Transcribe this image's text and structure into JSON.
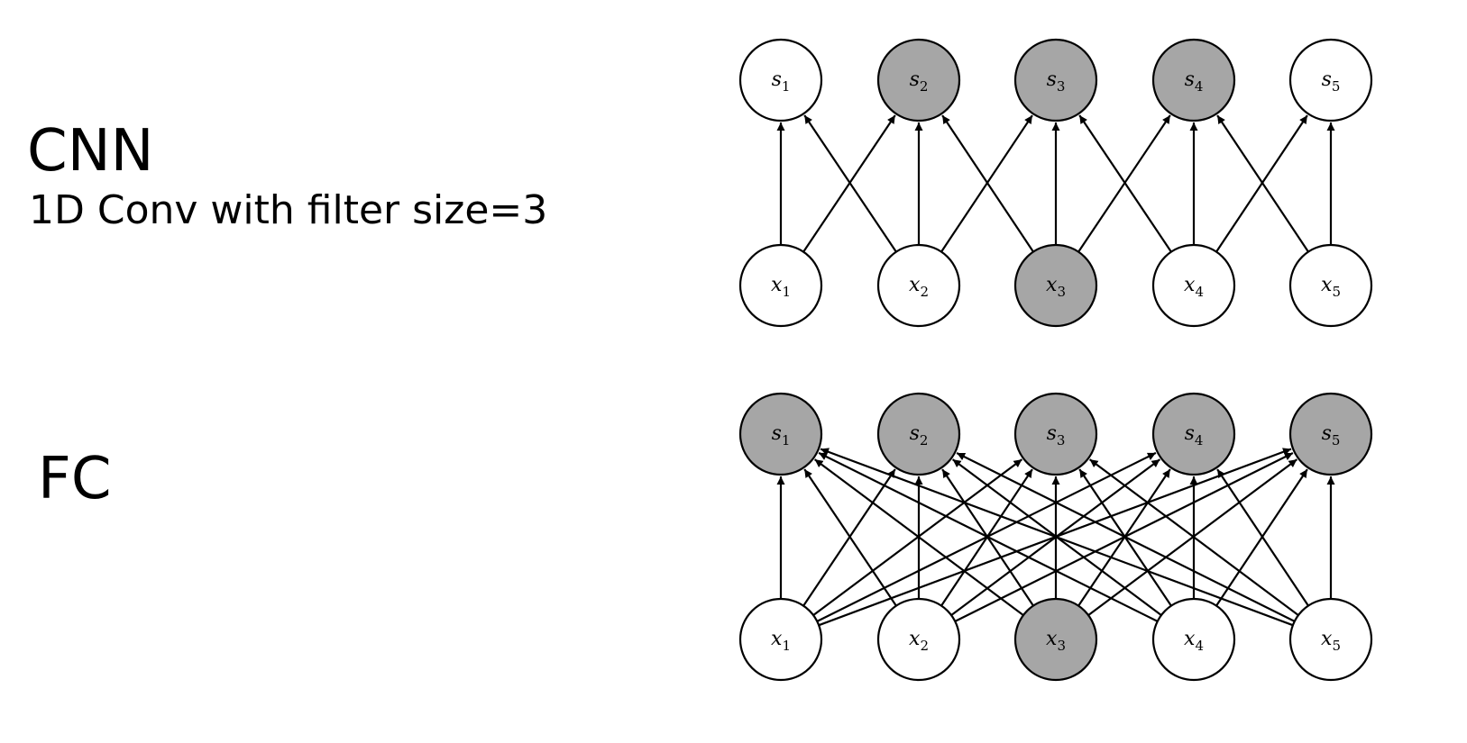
{
  "cnn": {
    "title": "CNN",
    "subtitle": "1D Conv with filter size=3"
  },
  "fc": {
    "title": "FC"
  },
  "colors": {
    "highlight": "#a6a6a6",
    "plain": "#ffffff",
    "stroke": "#000000"
  },
  "networks": [
    {
      "name": "cnn-network",
      "connectivity": "local",
      "kernel_size": 3,
      "outputs": [
        {
          "base": "s",
          "sub": "1",
          "highlighted": false
        },
        {
          "base": "s",
          "sub": "2",
          "highlighted": true
        },
        {
          "base": "s",
          "sub": "3",
          "highlighted": true
        },
        {
          "base": "s",
          "sub": "4",
          "highlighted": true
        },
        {
          "base": "s",
          "sub": "5",
          "highlighted": false
        }
      ],
      "inputs": [
        {
          "base": "x",
          "sub": "1",
          "highlighted": false
        },
        {
          "base": "x",
          "sub": "2",
          "highlighted": false
        },
        {
          "base": "x",
          "sub": "3",
          "highlighted": true
        },
        {
          "base": "x",
          "sub": "4",
          "highlighted": false
        },
        {
          "base": "x",
          "sub": "5",
          "highlighted": false
        }
      ]
    },
    {
      "name": "fc-network",
      "connectivity": "full",
      "outputs": [
        {
          "base": "s",
          "sub": "1",
          "highlighted": true
        },
        {
          "base": "s",
          "sub": "2",
          "highlighted": true
        },
        {
          "base": "s",
          "sub": "3",
          "highlighted": true
        },
        {
          "base": "s",
          "sub": "4",
          "highlighted": true
        },
        {
          "base": "s",
          "sub": "5",
          "highlighted": true
        }
      ],
      "inputs": [
        {
          "base": "x",
          "sub": "1",
          "highlighted": false
        },
        {
          "base": "x",
          "sub": "2",
          "highlighted": false
        },
        {
          "base": "x",
          "sub": "3",
          "highlighted": true
        },
        {
          "base": "x",
          "sub": "4",
          "highlighted": false
        },
        {
          "base": "x",
          "sub": "5",
          "highlighted": false
        }
      ]
    }
  ]
}
